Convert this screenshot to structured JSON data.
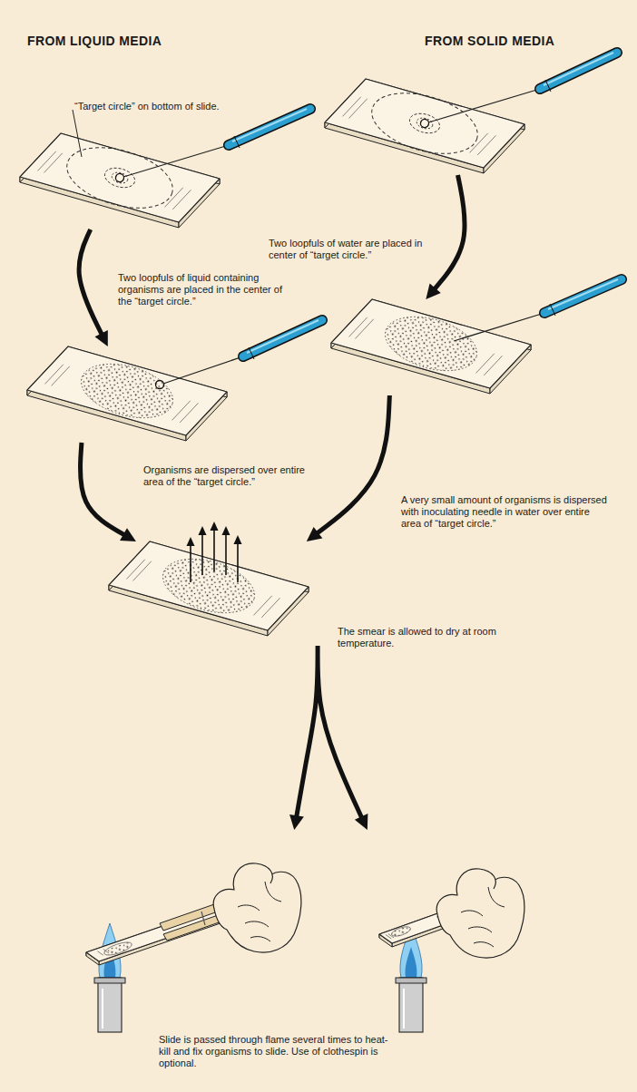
{
  "diagram": {
    "nodes": [
      {
        "text": [
          "Two loopfuls of liquid containing organisms are placed in the center of the “target circle.”"
        ]
      },
      {
        "text": [
          "Two loopfuls of water are placed in center of “target circle.”"
        ]
      },
      {
        "text": [
          "Organisms are dispersed over entire area of the “target circle.”"
        ]
      },
      {
        "text": [
          "A very small amount of organisms is dispersed with inoculating needle in water over entire area of “target circle.”"
        ]
      },
      {
        "text": [
          "The smear is allowed to dry at room temperature."
        ]
      },
      {
        "text": [
          "Slide is passed through flame several times to heat-kill and fix organisms to slide. Use of clothespin is optional."
        ]
      }
    ],
    "edges": [
      {
        "from": 0,
        "to": 2,
        "arrow": "to"
      },
      {
        "from": 1,
        "to": 3,
        "arrow": "to"
      },
      {
        "from": 2,
        "to": 4,
        "arrow": "to"
      },
      {
        "from": 3,
        "to": 4,
        "arrow": "to"
      },
      {
        "from": 4,
        "to": 5,
        "arrow": "to"
      }
    ],
    "labels": [
      "FROM LIQUID MEDIA",
      "FROM SOLID MEDIA",
      "“Target circle” on bottom of slide."
    ]
  }
}
